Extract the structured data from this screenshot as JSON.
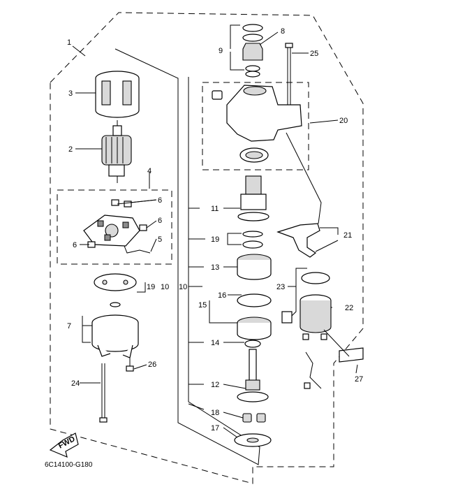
{
  "diagram": {
    "part_labels": {
      "p1": "1",
      "p2": "2",
      "p3": "3",
      "p4": "4",
      "p5": "5",
      "p6a": "6",
      "p6b": "6",
      "p6c": "6",
      "p7": "7",
      "p8": "8",
      "p9": "9",
      "p10a": "10",
      "p10b": "10",
      "p11": "11",
      "p12": "12",
      "p13": "13",
      "p14": "14",
      "p15": "15",
      "p16": "16",
      "p17": "17",
      "p18": "18",
      "p19a": "19",
      "p19b": "19",
      "p20": "20",
      "p21": "21",
      "p22": "22",
      "p23": "23",
      "p24": "24",
      "p25": "25",
      "p26": "26",
      "p27": "27"
    },
    "fwd_label": "FWD",
    "drawing_code": "6C14100-G180"
  }
}
